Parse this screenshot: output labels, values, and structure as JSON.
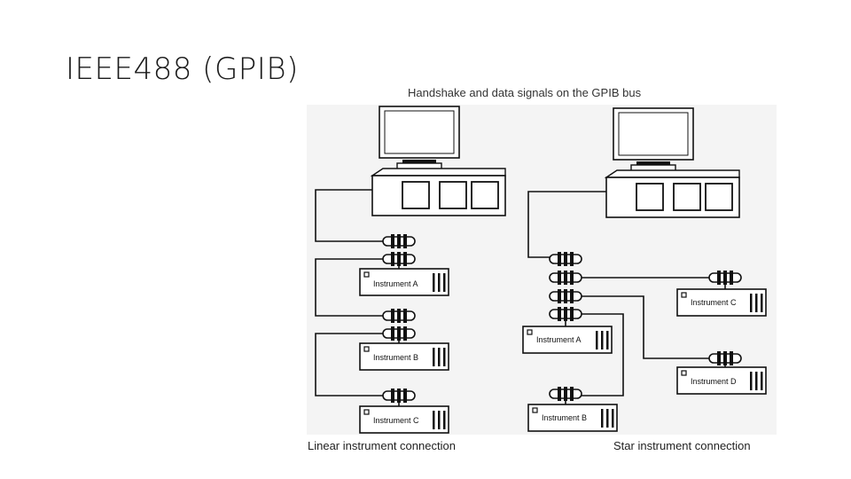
{
  "slide": {
    "title": "IEEE488 (GPIB)"
  },
  "diagram": {
    "heading": "Handshake and data signals on the GPIB bus",
    "linear": {
      "caption": "Linear instrument connection",
      "instruments": [
        "Instrument A",
        "Instrument B",
        "Instrument C"
      ]
    },
    "star": {
      "caption": "Star instrument connection",
      "instruments": [
        "Instrument A",
        "Instrument B",
        "Instrument C",
        "Instrument D"
      ]
    }
  }
}
